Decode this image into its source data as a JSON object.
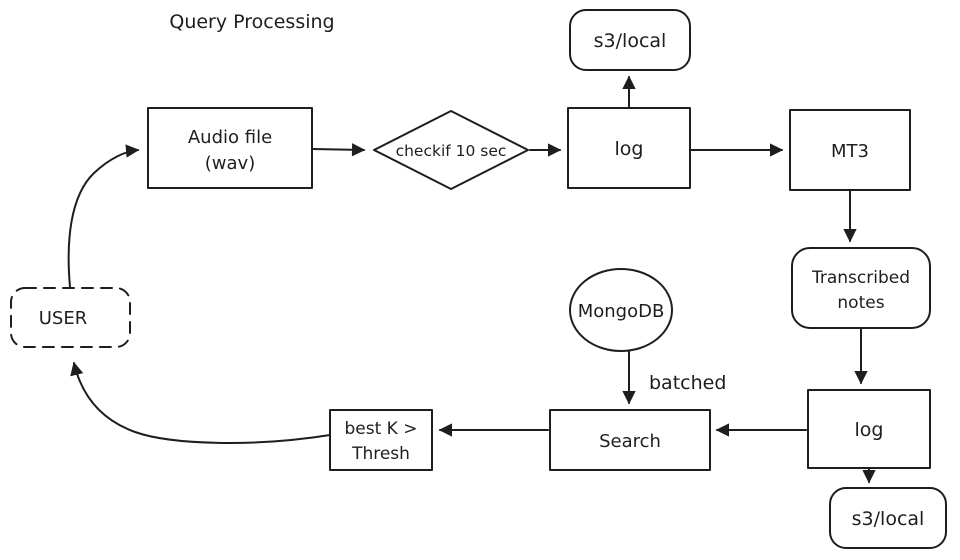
{
  "title": "Query Processing",
  "colors": {
    "ink": "#1e1e1e",
    "background": "#ffffff"
  },
  "nodes": {
    "user": {
      "label": "USER"
    },
    "audio_file": {
      "line1": "Audio file",
      "line2": "(wav)"
    },
    "check_duration": {
      "label": "checkif 10 sec"
    },
    "log_query": {
      "label": "log"
    },
    "s3_local_query": {
      "label": "s3/local"
    },
    "mt3": {
      "label": "MT3"
    },
    "transcribed_notes": {
      "line1": "Transcribed",
      "line2": "notes"
    },
    "log_notes": {
      "label": "log"
    },
    "s3_local_notes": {
      "label": "s3/local"
    },
    "mongodb": {
      "label": "MongoDB"
    },
    "search": {
      "label": "Search"
    },
    "best_k": {
      "line1": "best K >",
      "line2": "Thresh"
    }
  },
  "edges": [
    {
      "from": "user",
      "to": "audio_file",
      "label": ""
    },
    {
      "from": "audio_file",
      "to": "check_duration",
      "label": ""
    },
    {
      "from": "check_duration",
      "to": "log_query",
      "label": ""
    },
    {
      "from": "log_query",
      "to": "s3_local_query",
      "label": ""
    },
    {
      "from": "log_query",
      "to": "mt3",
      "label": ""
    },
    {
      "from": "mt3",
      "to": "transcribed_notes",
      "label": ""
    },
    {
      "from": "transcribed_notes",
      "to": "log_notes",
      "label": ""
    },
    {
      "from": "log_notes",
      "to": "s3_local_notes",
      "label": ""
    },
    {
      "from": "log_notes",
      "to": "search",
      "label": ""
    },
    {
      "from": "mongodb",
      "to": "search",
      "label": "batched"
    },
    {
      "from": "search",
      "to": "best_k",
      "label": ""
    },
    {
      "from": "best_k",
      "to": "user",
      "label": ""
    }
  ]
}
